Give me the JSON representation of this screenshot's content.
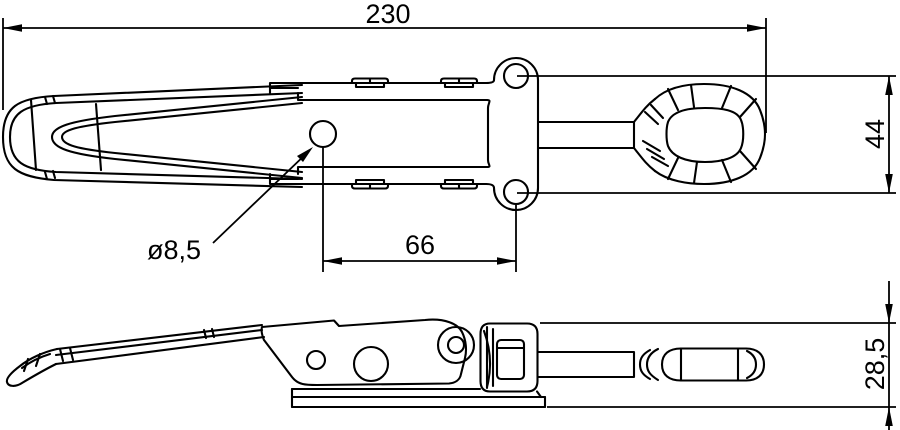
{
  "drawing": {
    "views": {
      "top_view": "top-view",
      "side_view": "side-view"
    },
    "dimensions": {
      "overall_length": "230",
      "eye_height": "44",
      "hole_diameter": "ø8,5",
      "hole_spacing": "66",
      "overall_height": "28,5"
    },
    "colors": {
      "line": "#000000",
      "background": "#ffffff"
    }
  }
}
